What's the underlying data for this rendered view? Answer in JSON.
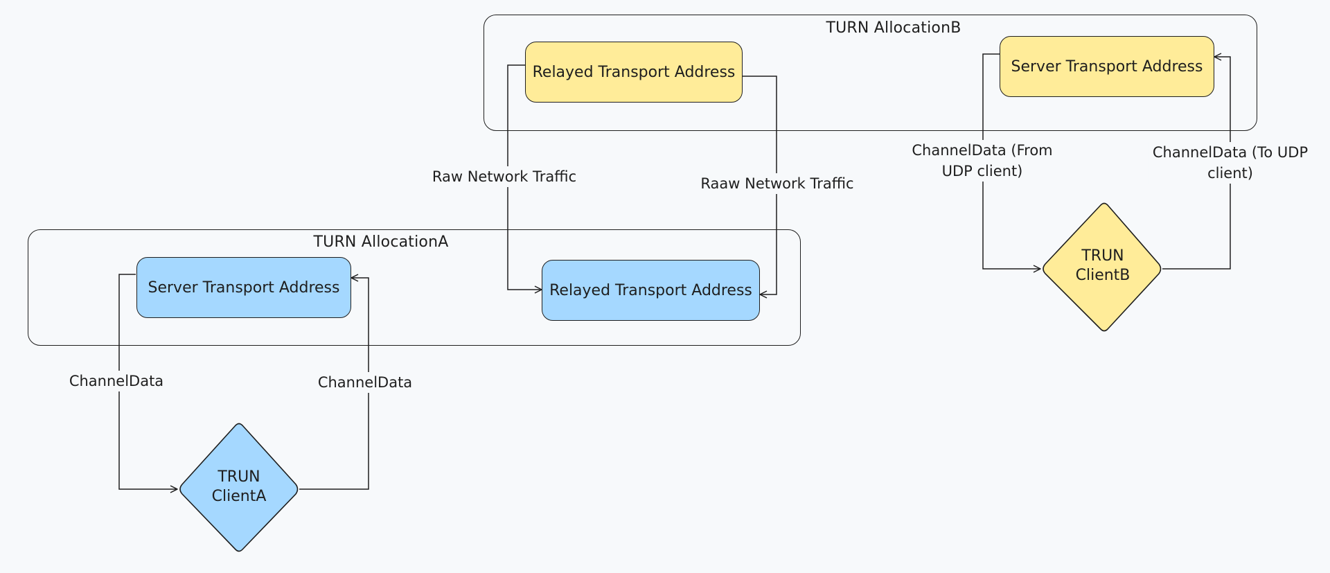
{
  "diagram": {
    "group_b": {
      "title": "TURN AllocationB"
    },
    "group_a": {
      "title": "TURN AllocationA"
    },
    "nodes": {
      "relayed_b": {
        "label": "Relayed Transport Address",
        "fill": "#ffec99"
      },
      "server_b": {
        "label": "Server Transport Address",
        "fill": "#ffec99"
      },
      "server_a": {
        "label": "Server Transport Address",
        "fill": "#a5d8ff"
      },
      "relayed_a": {
        "label": "Relayed Transport Address",
        "fill": "#a5d8ff"
      },
      "client_b": {
        "line1": "TRUN",
        "line2": "ClientB",
        "fill": "#ffec99"
      },
      "client_a": {
        "line1": "TRUN",
        "line2": "ClientA",
        "fill": "#a5d8ff"
      }
    },
    "edges": {
      "raw_left": "Raw Network Traffic",
      "raw_right": "Raaw Network Traffic",
      "channel_from_b": "ChannelData (From\nUDP client)",
      "channel_to_b": "ChannelData (To UDP\nclient)",
      "channel_a_left": "ChannelData",
      "channel_a_right": "ChannelData"
    },
    "colors": {
      "stroke": "#1e1e1e",
      "background": "#f7f9fb",
      "yellow": "#ffec99",
      "blue": "#a5d8ff"
    }
  }
}
